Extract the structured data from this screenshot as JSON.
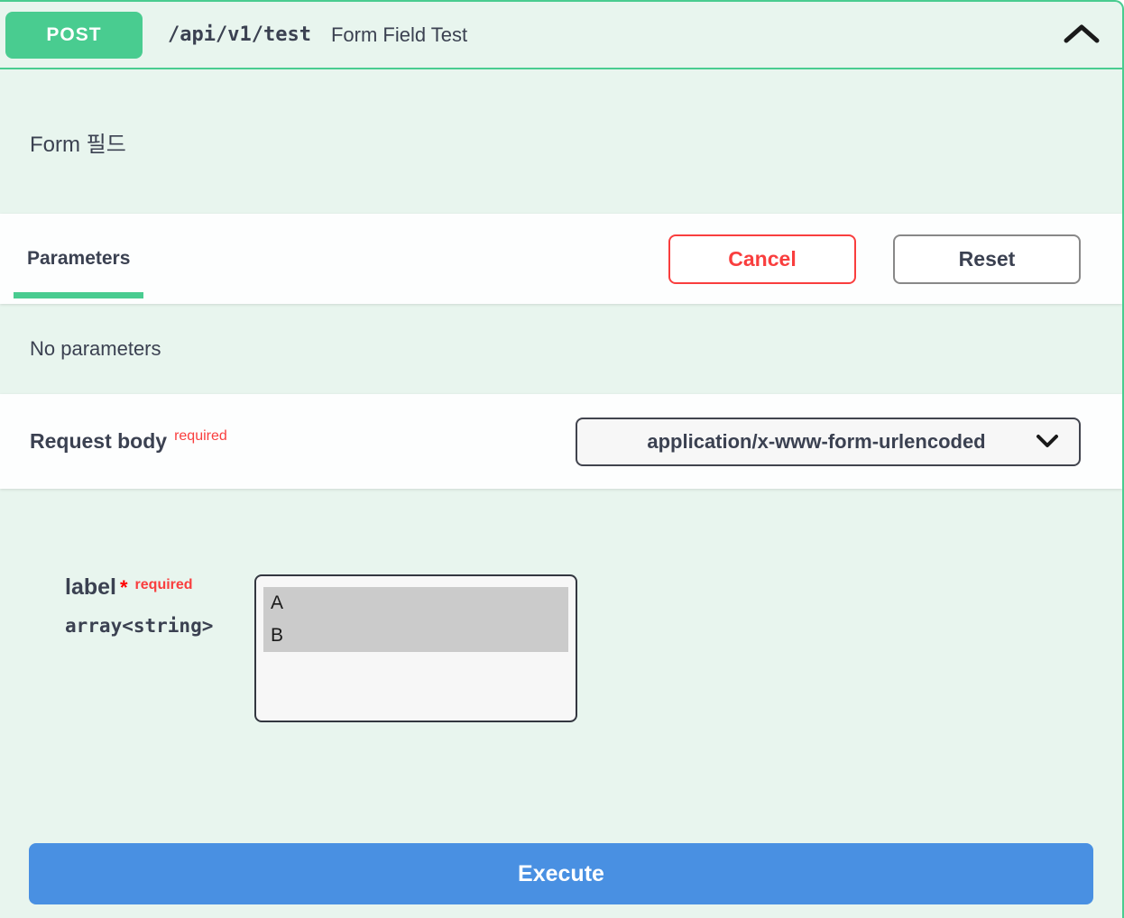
{
  "header": {
    "method": "POST",
    "path": "/api/v1/test",
    "summary": "Form Field Test",
    "collapse_icon": "chevron-up-icon"
  },
  "description": "Form 필드",
  "parameters_section": {
    "title": "Parameters",
    "cancel_label": "Cancel",
    "reset_label": "Reset",
    "empty_message": "No parameters"
  },
  "request_body": {
    "title": "Request body",
    "required_label": "required",
    "content_type_selected": "application/x-www-form-urlencoded",
    "dropdown_icon": "chevron-down-icon"
  },
  "form_fields": [
    {
      "name": "label",
      "required_marker": "*",
      "required_label": "required",
      "type": "array<string>",
      "options": [
        "A",
        "B"
      ],
      "selected": [
        "A",
        "B"
      ]
    }
  ],
  "execute_label": "Execute",
  "colors": {
    "accent_green": "#49cc90",
    "panel_bg": "#e8f5ee",
    "row_white": "#fdfefe",
    "text_dark": "#3b4151",
    "cancel_red": "#f93e3e",
    "control_border": "#41444e",
    "control_bg": "#f7f7f7",
    "option_selected_bg": "#cbcbcb",
    "execute_blue": "#4990e2"
  }
}
